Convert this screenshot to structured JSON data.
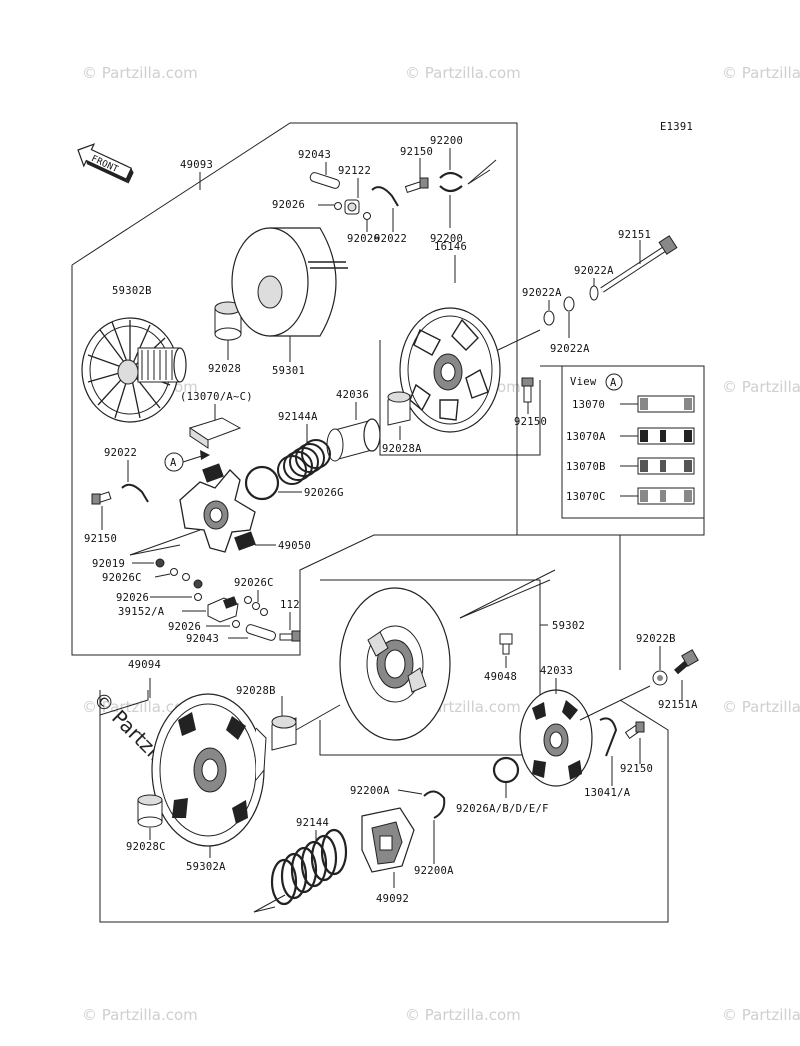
{
  "diagram_code": "E1391",
  "front_label": "FRONT",
  "view_title": "View",
  "view_marker": "A",
  "callout_marker": "A",
  "watermark_small": "© Partzilla.com",
  "watermark_large": "© Partzilla.com",
  "labels": {
    "l49093": "49093",
    "l92043a": "92043",
    "l92122": "92122",
    "l92150a": "92150",
    "l92200a": "92200",
    "l92026a": "92026",
    "l92026b": "92026",
    "l92022a": "92022",
    "l92200b": "92200",
    "l92151": "92151",
    "l92022A1": "92022A",
    "l92022A2": "92022A",
    "l92022A3": "92022A",
    "l59302B": "59302B",
    "l16146": "16146",
    "l92028": "92028",
    "l59301": "59301",
    "l13070AC": "(13070/A~C)",
    "l42036": "42036",
    "l92144A": "92144A",
    "l92150b": "92150",
    "l92028A": "92028A",
    "l92022b": "92022",
    "l92026G": "92026G",
    "l92150c": "92150",
    "l49050": "49050",
    "l92019": "92019",
    "l92026C1": "92026C",
    "l92026C2": "92026C",
    "l92026c": "92026",
    "l39152A": "39152/A",
    "l92026d": "92026",
    "l92043b": "92043",
    "l112": "112",
    "l59302": "59302",
    "l49094": "49094",
    "l92022B": "92022B",
    "l49048": "49048",
    "l42033": "42033",
    "l92028B": "92028B",
    "l92151A": "92151A",
    "l92150d": "92150",
    "l13041A": "13041/A",
    "l92200A1": "92200A",
    "l92026ABDEF": "92026A/B/D/E/F",
    "l92144": "92144",
    "l92028C": "92028C",
    "l92200A2": "92200A",
    "l49092": "49092",
    "l59302A": "59302A"
  },
  "view_items": [
    "13070",
    "13070A",
    "13070B",
    "13070C"
  ]
}
